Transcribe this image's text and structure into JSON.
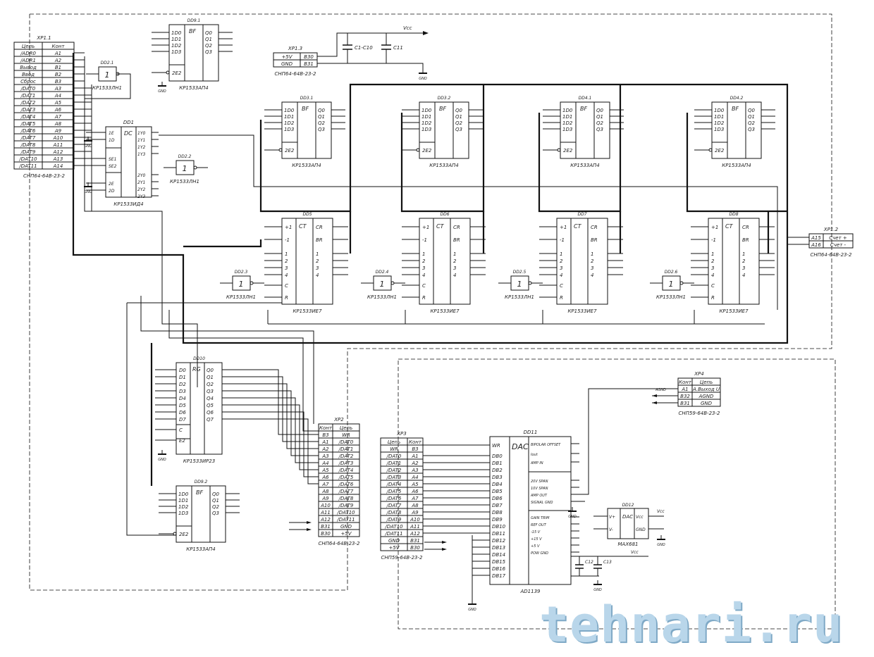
{
  "watermark": "tehnari.ru",
  "supply": {
    "vcc": "Vcc",
    "gnd": "GND",
    "agnd": "AGND",
    "caps_bank": "C1-C10",
    "c11": "C11",
    "c12": "C12",
    "c13": "C13"
  },
  "xp11": {
    "title": "XP1.1",
    "part": "СНП64-64В-23-2",
    "header": [
      "Цепь",
      "Конт"
    ],
    "rows": [
      [
        "/ADR0",
        "A1"
      ],
      [
        "/ADR1",
        "A2"
      ],
      [
        "Вывод",
        "B1"
      ],
      [
        "Ввод",
        "B2"
      ],
      [
        "Сброс",
        "B3"
      ],
      [
        "/DAT0",
        "A3"
      ],
      [
        "/DAT1",
        "A4"
      ],
      [
        "/DAT2",
        "A5"
      ],
      [
        "/DAT3",
        "A6"
      ],
      [
        "/DAT4",
        "A7"
      ],
      [
        "/DAT5",
        "A8"
      ],
      [
        "/DAT6",
        "A9"
      ],
      [
        "/DAT7",
        "A10"
      ],
      [
        "/DAT8",
        "A11"
      ],
      [
        "/DAT9",
        "A12"
      ],
      [
        "/DAT10",
        "A13"
      ],
      [
        "/DAT11",
        "A14"
      ]
    ]
  },
  "xp12": {
    "title": "XP1.2",
    "part": "СНП64-64В-23-2",
    "rows": [
      [
        "A15",
        "Счет +"
      ],
      [
        "A16",
        "Счет -"
      ]
    ]
  },
  "xp13": {
    "title": "XP1.3",
    "part": "СНП64-64В-23-2",
    "rows": [
      [
        "+5V",
        "B30"
      ],
      [
        "GND",
        "B31"
      ]
    ]
  },
  "xp2": {
    "title": "XP2",
    "part": "СНП64-64В-23-2",
    "header": [
      "Конт",
      "Цепь"
    ],
    "rows": [
      [
        "B3",
        "WR"
      ],
      [
        "A1",
        "/DAT0"
      ],
      [
        "A2",
        "/DAT1"
      ],
      [
        "A3",
        "/DAT2"
      ],
      [
        "A4",
        "/DAT3"
      ],
      [
        "A5",
        "/DAT4"
      ],
      [
        "A6",
        "/DAT5"
      ],
      [
        "A7",
        "/DAT6"
      ],
      [
        "A8",
        "/DAT7"
      ],
      [
        "A9",
        "/DAT8"
      ],
      [
        "A10",
        "/DAT9"
      ],
      [
        "A11",
        "/DAT10"
      ],
      [
        "A12",
        "/DAT11"
      ],
      [
        "B31",
        "GND"
      ],
      [
        "B30",
        "+5V"
      ]
    ]
  },
  "xp3": {
    "title": "XP3",
    "part": "СНП59-64В-23-2",
    "header": [
      "Цепь",
      "Конт"
    ],
    "rows": [
      [
        "WR",
        "B3"
      ],
      [
        "/DAT0",
        "A1"
      ],
      [
        "/DAT1",
        "A2"
      ],
      [
        "/DAT2",
        "A3"
      ],
      [
        "/DAT3",
        "A4"
      ],
      [
        "/DAT4",
        "A5"
      ],
      [
        "/DAT5",
        "A6"
      ],
      [
        "/DAT6",
        "A7"
      ],
      [
        "/DAT7",
        "A8"
      ],
      [
        "/DAT8",
        "A9"
      ],
      [
        "/DAT9",
        "A10"
      ],
      [
        "/DAT10",
        "A11"
      ],
      [
        "/DAT11",
        "A12"
      ],
      [
        "GND",
        "B31"
      ],
      [
        "+5V",
        "B30"
      ]
    ]
  },
  "xp4": {
    "title": "XP4",
    "part": "СНП59-64В-23-2",
    "header": [
      "Конт",
      "Цепь"
    ],
    "rows": [
      [
        "A1",
        "A.Выход U"
      ],
      [
        "B32",
        "AGND"
      ],
      [
        "B31",
        "GND"
      ]
    ]
  },
  "buffers": [
    {
      "ref": "DD9.1",
      "type": "BF",
      "part": "КР1533АП4"
    },
    {
      "ref": "DD3.1",
      "type": "BF",
      "part": "КР1533АП4"
    },
    {
      "ref": "DD3.2",
      "type": "BF",
      "part": "КР1533АП4"
    },
    {
      "ref": "DD4.1",
      "type": "BF",
      "part": "КР1533АП4"
    },
    {
      "ref": "DD4.2",
      "type": "BF",
      "part": "КР1533АП4"
    },
    {
      "ref": "DD9.2",
      "type": "BF",
      "part": "КР1533АП4"
    }
  ],
  "buffer_pins": {
    "left": [
      "1D0",
      "1D1",
      "1D2",
      "1D3"
    ],
    "enable": "2E2",
    "right": [
      "Q0",
      "Q1",
      "Q2",
      "Q3"
    ]
  },
  "counters": [
    {
      "ref": "DD5",
      "type": "CT",
      "part": "КР1533ИЕ7"
    },
    {
      "ref": "DD6",
      "type": "CT",
      "part": "КР1533ИЕ7"
    },
    {
      "ref": "DD7",
      "type": "CT",
      "part": "КР1533ИЕ7"
    },
    {
      "ref": "DD8",
      "type": "CT",
      "part": "КР1533ИЕ7"
    }
  ],
  "counter_pins": {
    "left": [
      "+1",
      "-1",
      "1",
      "2",
      "3",
      "4",
      "C",
      "R"
    ],
    "right": [
      "CR",
      "BR",
      "1",
      "2",
      "3",
      "4"
    ]
  },
  "inverters": [
    {
      "ref": "DD2.1",
      "sym": "1",
      "part": "КР1533ЛН1"
    },
    {
      "ref": "DD2.2",
      "sym": "1",
      "part": "КР1533ЛН1"
    },
    {
      "ref": "DD2.3",
      "sym": "1",
      "part": "КР1533ЛН1"
    },
    {
      "ref": "DD2.4",
      "sym": "1",
      "part": "КР1533ЛН1"
    },
    {
      "ref": "DD2.5",
      "sym": "1",
      "part": "КР1533ЛН1"
    },
    {
      "ref": "DD2.6",
      "sym": "1",
      "part": "КР1533ЛН1"
    }
  ],
  "dd1": {
    "ref": "DD1",
    "type": "DC",
    "part": "КР1533ИД4",
    "left": [
      "1E",
      "1D",
      "SE1",
      "SE2",
      "2E",
      "2D"
    ],
    "right": [
      "1Y0",
      "1Y1",
      "1Y2",
      "1Y3",
      "2Y0",
      "2Y1",
      "2Y2",
      "2Y3"
    ]
  },
  "dd10": {
    "ref": "DD10",
    "type": "RG",
    "part": "КР1533ИР23",
    "left": [
      "D0",
      "D1",
      "D2",
      "D3",
      "D4",
      "D5",
      "D6",
      "D7",
      "C",
      "E2"
    ],
    "right": [
      "Q0",
      "Q1",
      "Q2",
      "Q3",
      "Q4",
      "Q5",
      "Q6",
      "Q7"
    ]
  },
  "dd11": {
    "ref": "DD11",
    "type": "DAC",
    "part": "AD1139",
    "left": [
      "WR",
      "DB0",
      "DB1",
      "DB2",
      "DB3",
      "DB4",
      "DB5",
      "DB6",
      "DB7",
      "DB8",
      "DB9",
      "DB10",
      "DB11",
      "DB12",
      "DB13",
      "DB14",
      "DB15",
      "DB16",
      "DB17"
    ],
    "right": [
      "BIPOLAR OFFSET",
      "Iout",
      "AMP IN",
      "20V SPAN",
      "10V SPAN",
      "AMP OUT",
      "SIGNAL GND",
      "GAIN TRIM",
      "REF OUT",
      "-15 V",
      "+15 V",
      "+5 V",
      "POW GND"
    ]
  },
  "dd12": {
    "ref": "DD12",
    "type": "DAC",
    "part": "MAX681",
    "left": [
      "V+",
      "V-"
    ],
    "right": [
      "Vcc",
      "GND"
    ]
  }
}
